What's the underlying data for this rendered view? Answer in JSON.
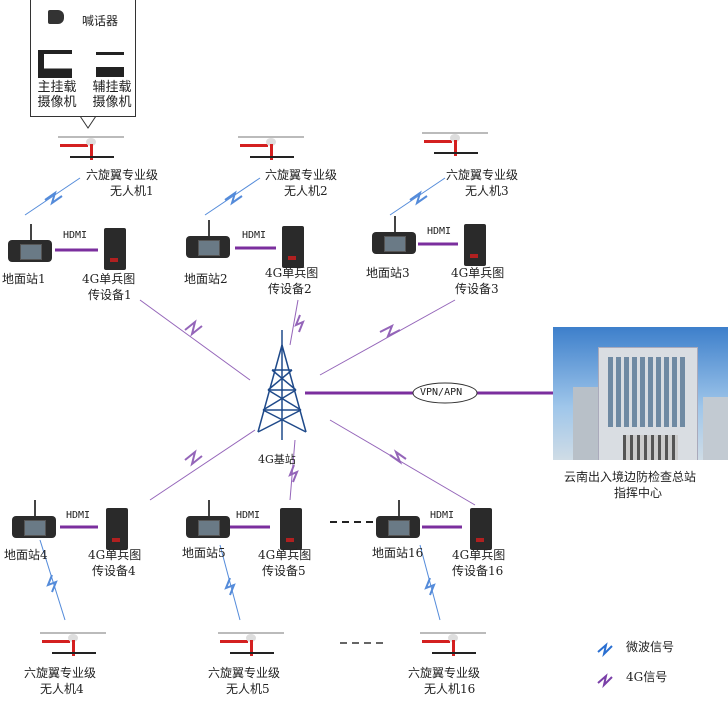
{
  "callout": {
    "megaphone_label": "喊话器",
    "main_camera_label": "主挂载\n摄像机",
    "aux_camera_label": "辅挂载\n摄像机"
  },
  "top_row": [
    {
      "drone_line1": "六旋翼专业级",
      "drone_line2": "无人机1",
      "station": "地面站1",
      "tx_line1": "4G单兵图",
      "tx_line2": "传设备1",
      "link": "HDMI"
    },
    {
      "drone_line1": "六旋翼专业级",
      "drone_line2": "无人机2",
      "station": "地面站2",
      "tx_line1": "4G单兵图",
      "tx_line2": "传设备2",
      "link": "HDMI"
    },
    {
      "drone_line1": "六旋翼专业级",
      "drone_line2": "无人机3",
      "station": "地面站3",
      "tx_line1": "4G单兵图",
      "tx_line2": "传设备3",
      "link": "HDMI"
    }
  ],
  "bottom_row": [
    {
      "drone_line1": "六旋翼专业级",
      "drone_line2": "无人机4",
      "station": "地面站4",
      "tx_line1": "4G单兵图",
      "tx_line2": "传设备4",
      "link": "HDMI"
    },
    {
      "drone_line1": "六旋翼专业级",
      "drone_line2": "无人机5",
      "station": "地面站5",
      "tx_line1": "4G单兵图",
      "tx_line2": "传设备5",
      "link": "HDMI"
    },
    {
      "drone_line1": "六旋翼专业级",
      "drone_line2": "无人机16",
      "station": "地面站16",
      "tx_line1": "4G单兵图",
      "tx_line2": "传设备16",
      "link": "HDMI"
    }
  ],
  "tower_label": "4G基站",
  "vpn_label": "VPN/APN",
  "command_center": {
    "line1": "云南出入境边防检查总站",
    "line2": "指挥中心"
  },
  "legend": [
    {
      "label": "微波信号",
      "color": "#2a6fd1"
    },
    {
      "label": "4G信号",
      "color": "#7a3fa8"
    }
  ],
  "colors": {
    "hdmi_line": "#7b2f9e",
    "microwave": "#2a6fd1",
    "signal_4g": "#7a3fa8",
    "tower": "#1f4a8a",
    "drone_arm": "#d42020"
  }
}
